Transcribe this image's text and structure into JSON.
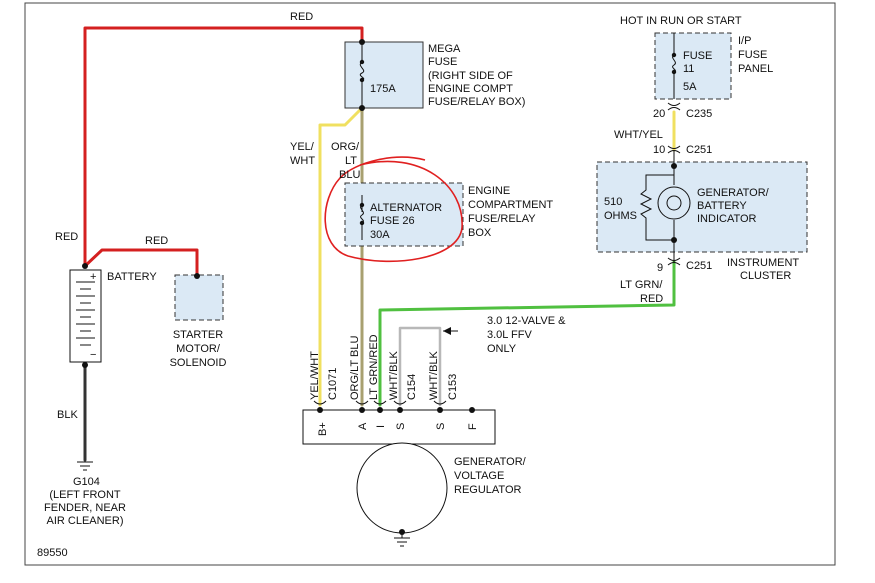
{
  "diagram_id": "89550",
  "battery": {
    "label": "BATTERY",
    "plus": "+",
    "minus": "−"
  },
  "starter": {
    "line1": "STARTER",
    "line2": "MOTOR/",
    "line3": "SOLENOID"
  },
  "ground": {
    "id": "G104",
    "line1": "(LEFT FRONT",
    "line2": "FENDER, NEAR",
    "line3": "AIR CLEANER)"
  },
  "mega_fuse": {
    "line1": "MEGA",
    "line2": "FUSE",
    "line3": "(RIGHT SIDE OF",
    "line4": "ENGINE COMPT",
    "line5": "FUSE/RELAY BOX)",
    "rating": "175A"
  },
  "alt_fuse": {
    "line1": "ALTERNATOR",
    "line2": "FUSE 26",
    "rating": "30A"
  },
  "engine_box": {
    "line1": "ENGINE",
    "line2": "COMPARTMENT",
    "line3": "FUSE/RELAY",
    "line4": "BOX"
  },
  "ip_panel": {
    "header": "HOT IN RUN OR START",
    "fuse_label": "FUSE",
    "fuse_no": "11",
    "rating": "5A",
    "panel1": "I/P",
    "panel2": "FUSE",
    "panel3": "PANEL"
  },
  "connectors": {
    "c235_pin": "20",
    "c235": "C235",
    "c251_top_pin": "10",
    "c251_top": "C251",
    "c251_bot_pin": "9",
    "c251_bot": "C251",
    "c1071": "C1071",
    "c154": "C154",
    "c153": "C153"
  },
  "cluster": {
    "resistor1": "510",
    "resistor2": "OHMS",
    "ind1": "GENERATOR/",
    "ind2": "BATTERY",
    "ind3": "INDICATOR",
    "name1": "INSTRUMENT",
    "name2": "CLUSTER"
  },
  "wire_labels": {
    "red_top": "RED",
    "red_left": "RED",
    "red_mid": "RED",
    "blk": "BLK",
    "yel_wht_top1": "YEL/",
    "yel_wht_top2": "WHT",
    "org_lt_blu1": "ORG/",
    "org_lt_blu2": "LT",
    "org_lt_blu3": "BLU",
    "wht_yel": "WHT/YEL",
    "lt_grn_red1": "LT GRN/",
    "lt_grn_red2": "RED",
    "v_yel_wht": "YEL/WHT",
    "v_org_lt_blu": "ORG/LT BLU",
    "v_lt_grn_red": "LT GRN/RED",
    "v_wht_blk1": "WHT/BLK",
    "v_wht_blk2": "WHT/BLK"
  },
  "note": {
    "line1": "3.0 12-VALVE &",
    "line2": "3.0L FFV",
    "line3": "ONLY"
  },
  "generator": {
    "line1": "GENERATOR/",
    "line2": "VOLTAGE",
    "line3": "REGULATOR",
    "t_bplus": "B+",
    "t_a": "A",
    "t_i": "I",
    "t_s1": "S",
    "t_s2": "S",
    "t_f": "F"
  },
  "colors": {
    "red": "#d42020",
    "yellow": "#f0e060",
    "olive": "#a8a070",
    "green": "#50c040",
    "gray": "#b8b8b8",
    "black": "#333333",
    "annotation": "#e02020"
  }
}
